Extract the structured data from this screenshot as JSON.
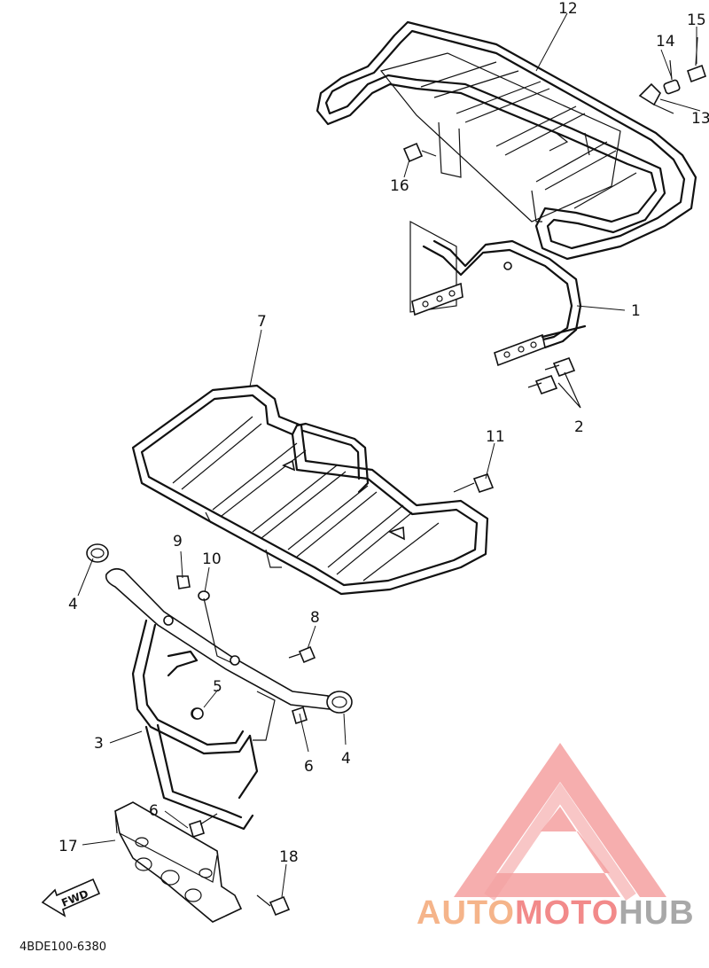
{
  "parts": [
    {
      "id": "1",
      "label": "1"
    },
    {
      "id": "2",
      "label": "2"
    },
    {
      "id": "3",
      "label": "3"
    },
    {
      "id": "4a",
      "label": "4"
    },
    {
      "id": "4b",
      "label": "4"
    },
    {
      "id": "5",
      "label": "5"
    },
    {
      "id": "6a",
      "label": "6"
    },
    {
      "id": "6b",
      "label": "6"
    },
    {
      "id": "7",
      "label": "7"
    },
    {
      "id": "8",
      "label": "8"
    },
    {
      "id": "9",
      "label": "9"
    },
    {
      "id": "10",
      "label": "10"
    },
    {
      "id": "11",
      "label": "11"
    },
    {
      "id": "12",
      "label": "12"
    },
    {
      "id": "13",
      "label": "13"
    },
    {
      "id": "14",
      "label": "14"
    },
    {
      "id": "15",
      "label": "15"
    },
    {
      "id": "16",
      "label": "16"
    },
    {
      "id": "17",
      "label": "17"
    },
    {
      "id": "18",
      "label": "18"
    }
  ],
  "direction_marker": "FWD",
  "diagram_code": "4BDE100-6380",
  "watermark": {
    "part1": "AUTO",
    "part2": "MOTO",
    "part3": "HUB",
    "color_primary": "#f28a8a",
    "color_secondary": "#f5c28a",
    "color_tertiary": "#b5b5b5"
  }
}
